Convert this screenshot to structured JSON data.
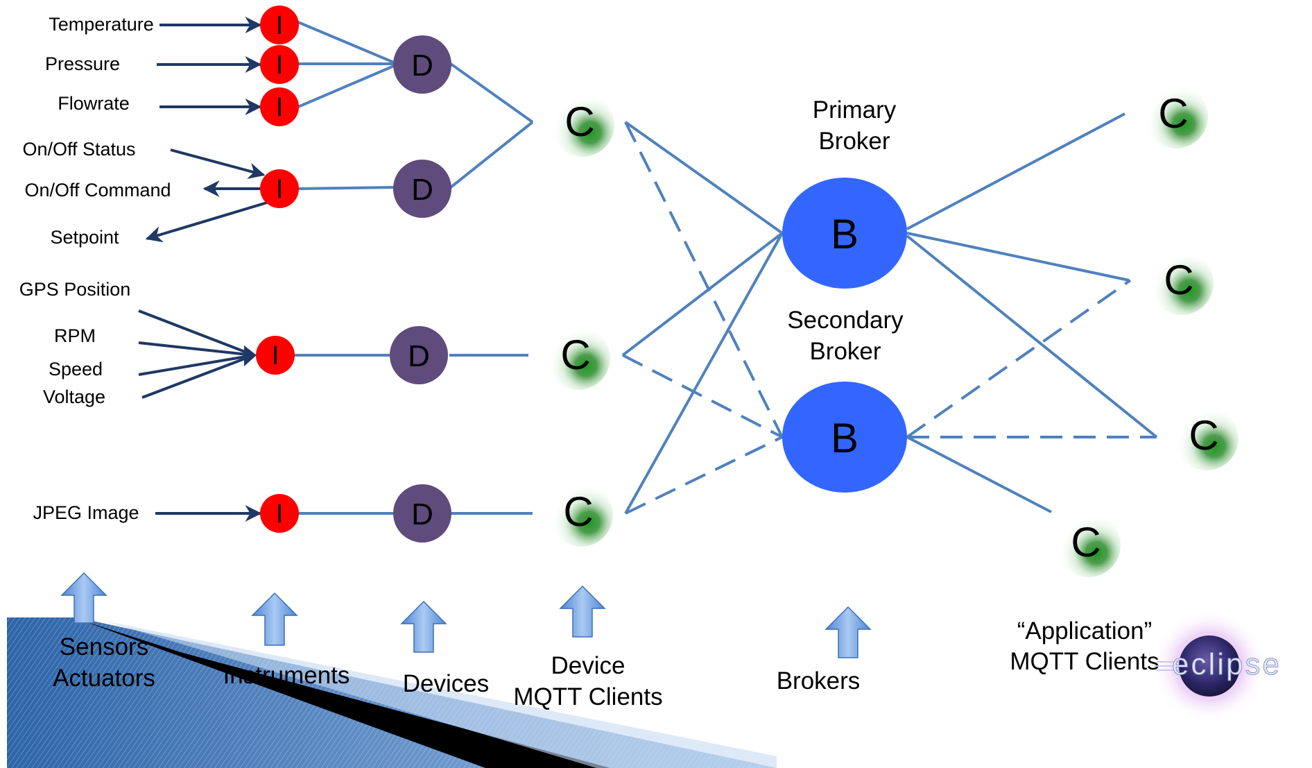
{
  "nodes": {
    "instrument_letter": "I",
    "device_letter": "D",
    "client_letter": "C",
    "broker_letter": "B"
  },
  "signals": {
    "temperature": "Temperature",
    "pressure": "Pressure",
    "flowrate": "Flowrate",
    "onoff_status": "On/Off Status",
    "onoff_command": "On/Off Command",
    "setpoint": "Setpoint",
    "gps_position": "GPS Position",
    "rpm": "RPM",
    "speed": "Speed",
    "voltage": "Voltage",
    "jpeg_image": "JPEG Image"
  },
  "brokers": {
    "primary_line1": "Primary",
    "primary_line2": "Broker",
    "secondary_line1": "Secondary",
    "secondary_line2": "Broker"
  },
  "categories": {
    "sensors_line1": "Sensors",
    "sensors_line2": "Actuators",
    "instruments": "Instruments",
    "devices": "Devices",
    "device_clients_line1": "Device",
    "device_clients_line2": "MQTT Clients",
    "brokers": "Brokers",
    "app_clients_line1": "“Application”",
    "app_clients_line2": "MQTT Clients"
  },
  "logo": {
    "text": "eclipse"
  },
  "colors": {
    "instrument": "#ff0000",
    "device": "#5f4b7c",
    "broker": "#3366ff",
    "client_glow": "#1a7a1a",
    "link": "#4f81bd",
    "signal_arrow": "#1f3864",
    "category_arrow": "#5b8fd6"
  }
}
